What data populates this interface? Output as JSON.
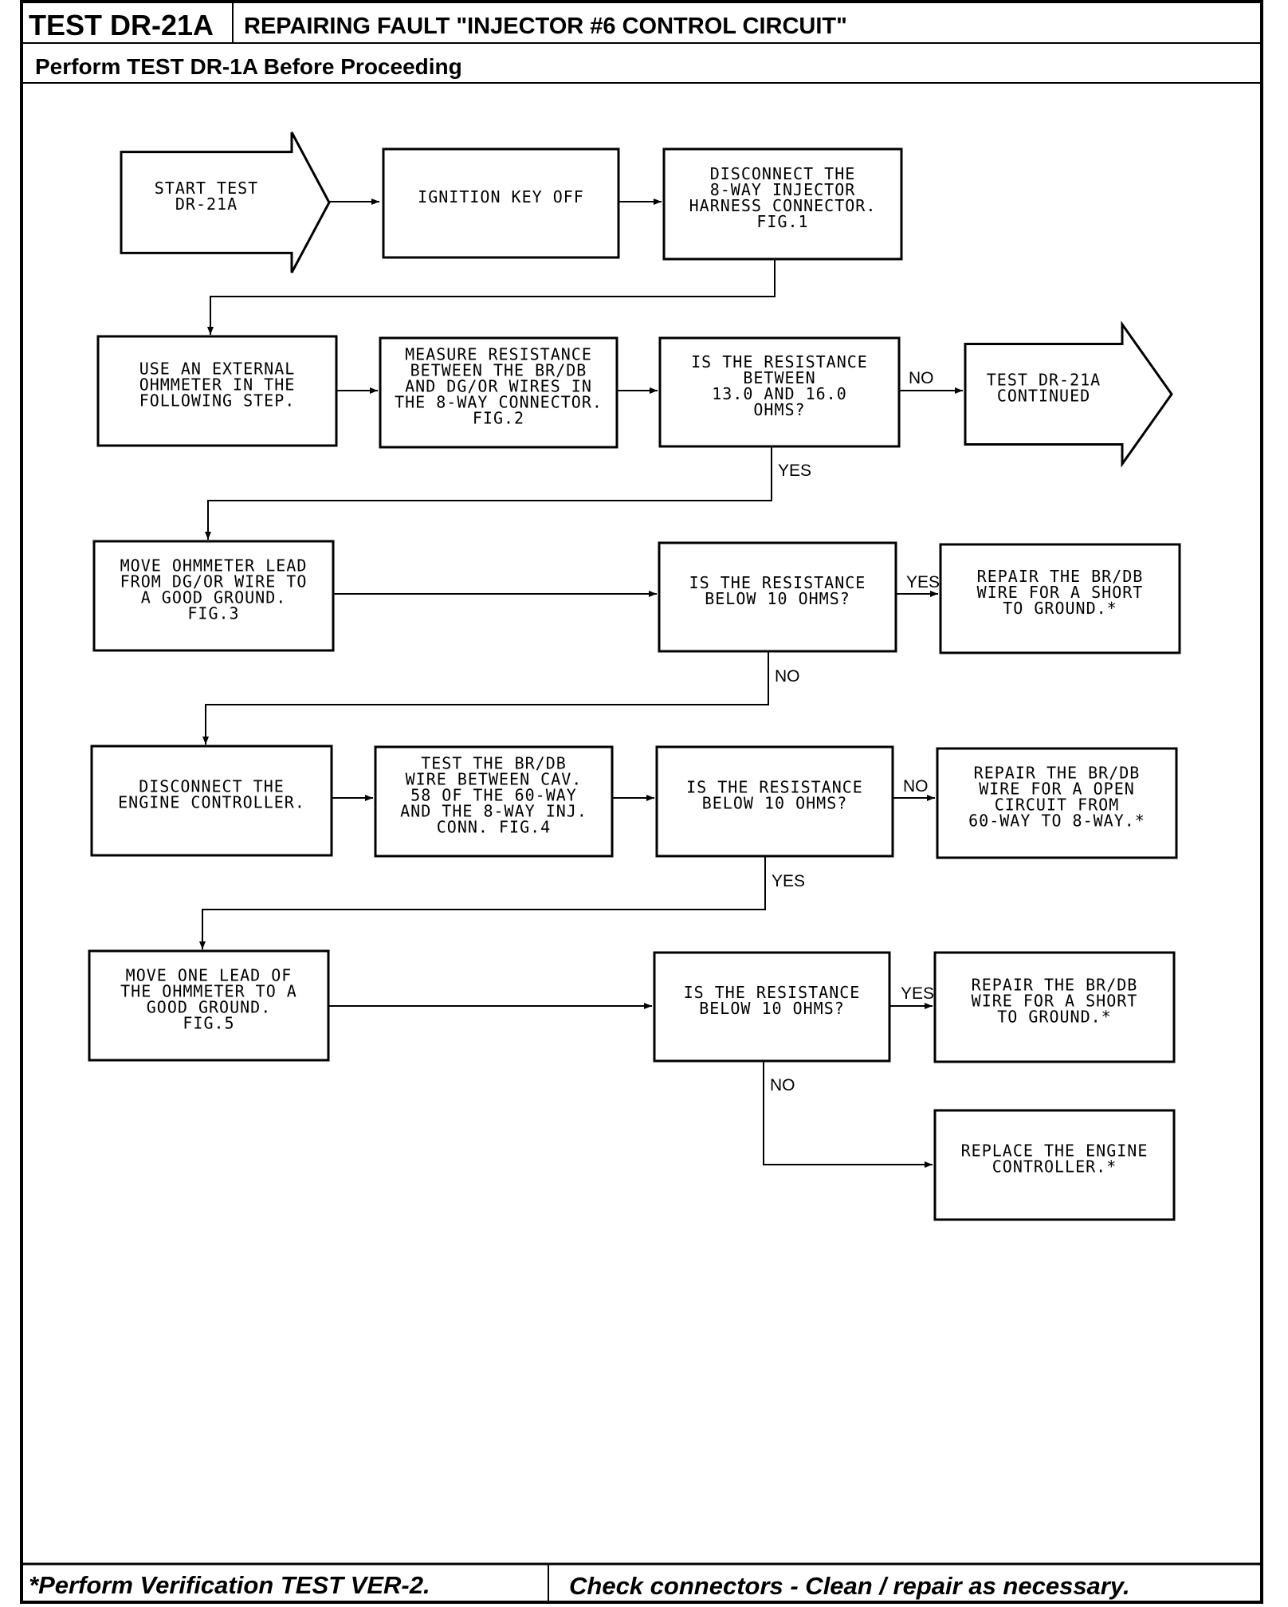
{
  "header": {
    "test_id": "TEST DR-21A",
    "fault_title": "REPAIRING FAULT \"INJECTOR #6 CONTROL CIRCUIT\"",
    "prerequisite": "Perform TEST DR-1A Before Proceeding"
  },
  "nodes": [
    {
      "id": "start",
      "lines": [
        "START TEST",
        "DR-21A"
      ]
    },
    {
      "id": "ignition",
      "lines": [
        "IGNITION KEY OFF"
      ]
    },
    {
      "id": "disconnect",
      "lines": [
        "DISCONNECT THE",
        "8-WAY INJECTOR",
        "HARNESS CONNECTOR.",
        "FIG.1"
      ]
    },
    {
      "id": "ohmmeter",
      "lines": [
        "USE AN EXTERNAL",
        "OHMMETER IN THE",
        "FOLLOWING STEP."
      ]
    },
    {
      "id": "measure",
      "lines": [
        "MEASURE RESISTANCE",
        "BETWEEN THE BR/DB",
        "AND DG/OR WIRES IN",
        "THE 8-WAY CONNECTOR.",
        "FIG.2"
      ]
    },
    {
      "id": "q1",
      "lines": [
        "IS THE RESISTANCE",
        "BETWEEN",
        "13.0 AND 16.0",
        "OHMS?"
      ]
    },
    {
      "id": "continued",
      "lines": [
        "TEST DR-21A",
        "CONTINUED"
      ]
    },
    {
      "id": "move1",
      "lines": [
        "MOVE OHMMETER LEAD",
        "FROM DG/OR WIRE TO",
        "A GOOD GROUND.",
        "FIG.3"
      ]
    },
    {
      "id": "q2",
      "lines": [
        "IS THE RESISTANCE",
        "BELOW 10 OHMS?"
      ]
    },
    {
      "id": "repair1",
      "lines": [
        "REPAIR THE BR/DB",
        "WIRE FOR A SHORT",
        "TO GROUND.*"
      ]
    },
    {
      "id": "disc_ctrl",
      "lines": [
        "DISCONNECT THE",
        "ENGINE CONTROLLER."
      ]
    },
    {
      "id": "test_wire",
      "lines": [
        "TEST THE BR/DB",
        "WIRE BETWEEN CAV.",
        "58 OF THE 60-WAY",
        "AND THE 8-WAY INJ.",
        "CONN. FIG.4"
      ]
    },
    {
      "id": "q3",
      "lines": [
        "IS THE RESISTANCE",
        "BELOW 10 OHMS?"
      ]
    },
    {
      "id": "repair2",
      "lines": [
        "REPAIR THE BR/DB",
        "WIRE FOR A OPEN",
        "CIRCUIT FROM",
        "60-WAY TO 8-WAY.*"
      ]
    },
    {
      "id": "move2",
      "lines": [
        "MOVE ONE LEAD OF",
        "THE OHMMETER TO A",
        "GOOD GROUND.",
        "FIG.5"
      ]
    },
    {
      "id": "q4",
      "lines": [
        "IS THE RESISTANCE",
        "BELOW 10 OHMS?"
      ]
    },
    {
      "id": "repair3",
      "lines": [
        "REPAIR THE BR/DB",
        "WIRE FOR A SHORT",
        "TO GROUND.*"
      ]
    },
    {
      "id": "replace",
      "lines": [
        "REPLACE THE ENGINE",
        "CONTROLLER.*"
      ]
    }
  ],
  "labels": {
    "yes": "YES",
    "no": "NO"
  },
  "footer": {
    "left": "*Perform Verification TEST VER-2.",
    "right": "Check connectors - Clean / repair as necessary."
  }
}
